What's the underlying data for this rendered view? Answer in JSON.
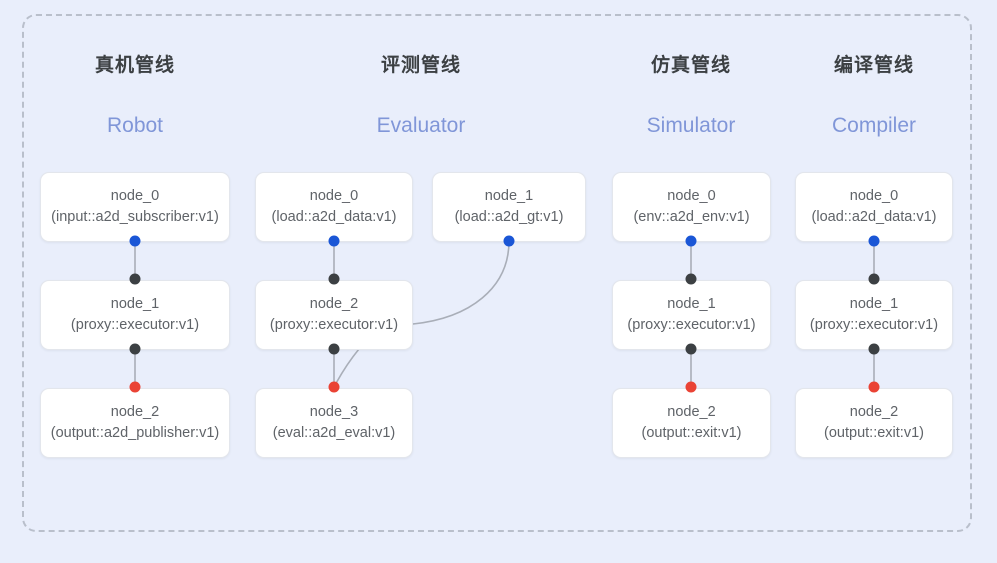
{
  "diagram": {
    "frame_style": "dashed-rounded-panel",
    "background_color": "#e9eefb",
    "frame_border_color": "#b9bfcb"
  },
  "legend_colors": {
    "port_output": "#1a56d6",
    "port_middle": "#3c4043",
    "port_input": "#ea4335",
    "edge": "#9aa0a6",
    "title": "#3c4043",
    "subtitle": "#8096d8",
    "node_text": "#5f6368"
  },
  "columns": [
    {
      "title": "真机管线",
      "subtitle": "Robot",
      "nodes": [
        {
          "id": "node_0",
          "type": "(input::a2d_subscriber:v1)"
        },
        {
          "id": "node_1",
          "type": "(proxy::executor:v1)"
        },
        {
          "id": "node_2",
          "type": "(output::a2d_publisher:v1)"
        }
      ]
    },
    {
      "title": "评测管线",
      "subtitle": "Evaluator",
      "nodes": [
        {
          "id": "node_0",
          "type": "(load::a2d_data:v1)"
        },
        {
          "id": "node_1",
          "type": "(load::a2d_gt:v1)"
        },
        {
          "id": "node_2",
          "type": "(proxy::executor:v1)"
        },
        {
          "id": "node_3",
          "type": "(eval::a2d_eval:v1)"
        }
      ]
    },
    {
      "title": "仿真管线",
      "subtitle": "Simulator",
      "nodes": [
        {
          "id": "node_0",
          "type": "(env::a2d_env:v1)"
        },
        {
          "id": "node_1",
          "type": "(proxy::executor:v1)"
        },
        {
          "id": "node_2",
          "type": "(output::exit:v1)"
        }
      ]
    },
    {
      "title": "编译管线",
      "subtitle": "Compiler",
      "nodes": [
        {
          "id": "node_0",
          "type": "(load::a2d_data:v1)"
        },
        {
          "id": "node_1",
          "type": "(proxy::executor:v1)"
        },
        {
          "id": "node_2",
          "type": "(output::exit:v1)"
        }
      ]
    }
  ]
}
